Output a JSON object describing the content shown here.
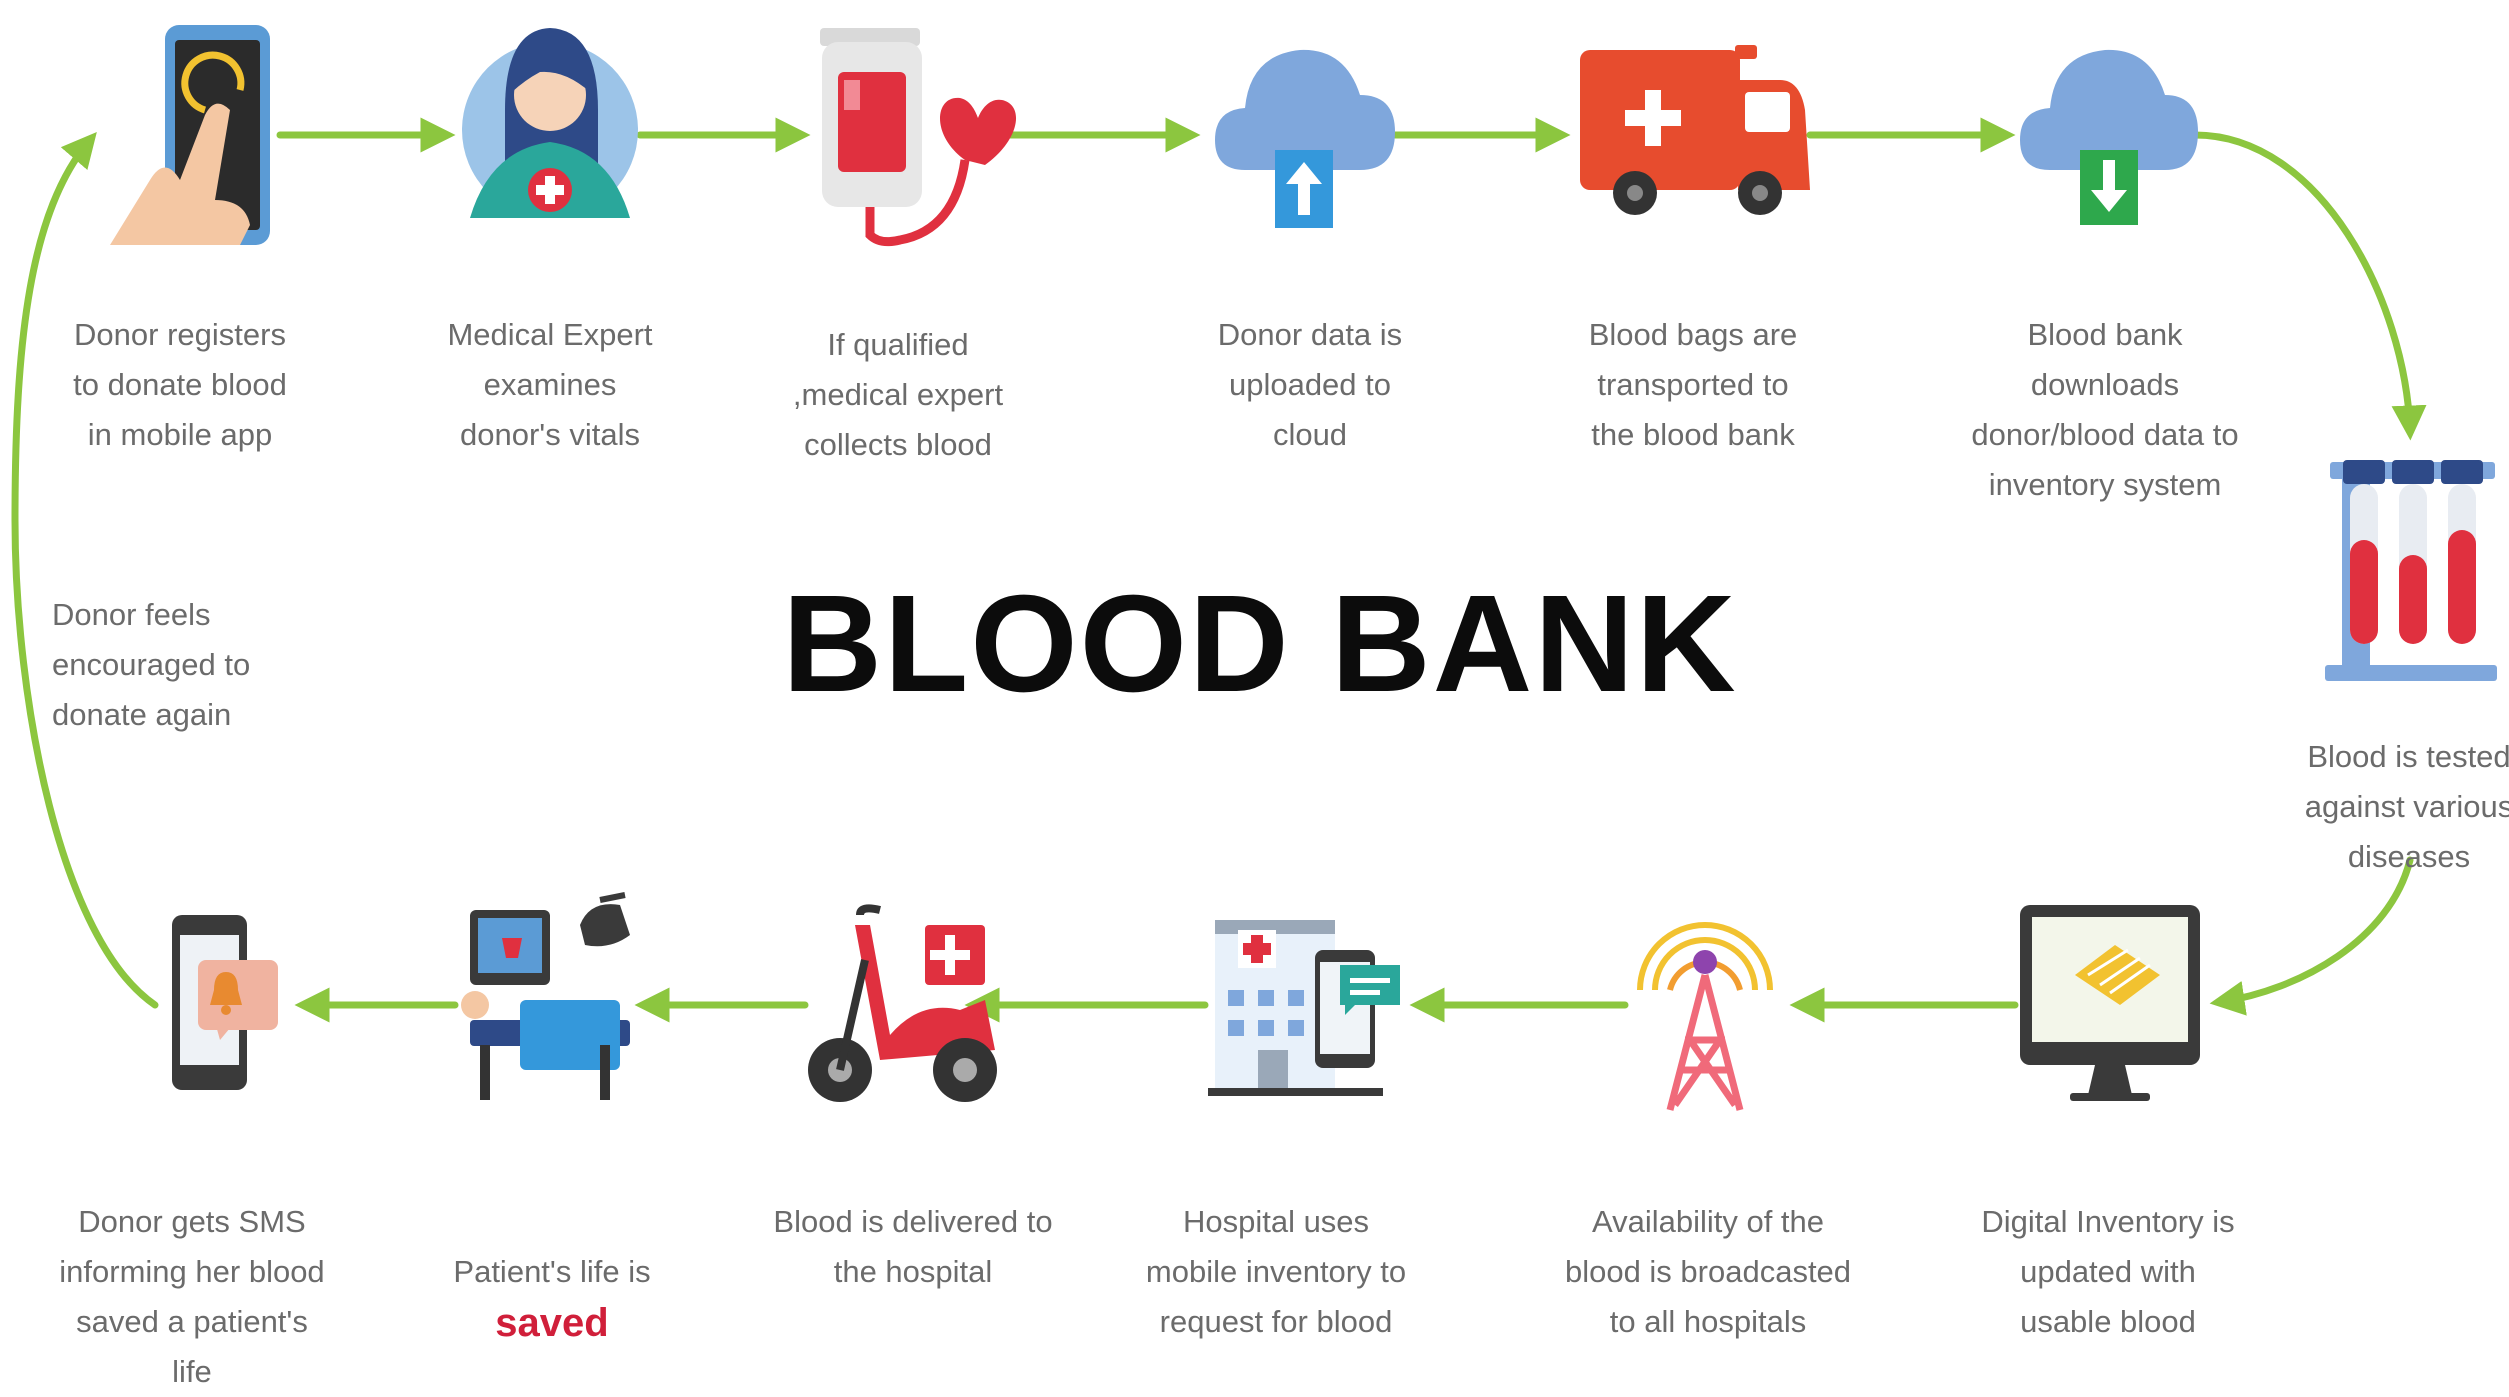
{
  "title": "BLOOD BANK",
  "colors": {
    "arrow": "#8cc63f",
    "red": "#e0303f",
    "cloud": "#7fa7dc",
    "caption": "#6b6b6b",
    "emphasis": "#d01f3a"
  },
  "steps": [
    {
      "id": "register",
      "icon": "touch-phone-icon",
      "text": "Donor registers\nto donate blood\nin mobile app"
    },
    {
      "id": "examine",
      "icon": "medical-expert-icon",
      "text": "Medical Expert\nexamines\ndonor's vitals"
    },
    {
      "id": "collect",
      "icon": "blood-bag-icon",
      "text": "If qualified\n,medical expert\ncollects blood"
    },
    {
      "id": "upload",
      "icon": "cloud-upload-icon",
      "text": "Donor  data is\nuploaded to\ncloud"
    },
    {
      "id": "transport",
      "icon": "ambulance-icon",
      "text": "Blood bags are\ntransported to\nthe blood bank"
    },
    {
      "id": "download",
      "icon": "cloud-download-icon",
      "text": "Blood bank\ndownloads\ndonor/blood data to\ninventory system"
    },
    {
      "id": "test",
      "icon": "test-tubes-icon",
      "text": "Blood is tested\nagainst various\ndiseases"
    },
    {
      "id": "inventory",
      "icon": "monitor-inventory-icon",
      "text": "Digital Inventory is\nupdated with\nusable blood"
    },
    {
      "id": "broadcast",
      "icon": "broadcast-tower-icon",
      "text": "Availability of the\nblood is broadcasted\nto all hospitals"
    },
    {
      "id": "hospital",
      "icon": "hospital-icon",
      "text": "Hospital uses\nmobile inventory to\nrequest for blood"
    },
    {
      "id": "deliver",
      "icon": "scooter-icon",
      "text": "Blood is delivered to\nthe hospital"
    },
    {
      "id": "saved",
      "icon": "patient-bed-icon",
      "text": "Patient's life is",
      "emphasis": "saved"
    },
    {
      "id": "sms",
      "icon": "sms-phone-icon",
      "text": "Donor gets SMS\ninforming her blood\nsaved a patient's\nlife"
    },
    {
      "id": "again",
      "icon": "",
      "text": "Donor feels\nencouraged to\ndonate again"
    }
  ]
}
